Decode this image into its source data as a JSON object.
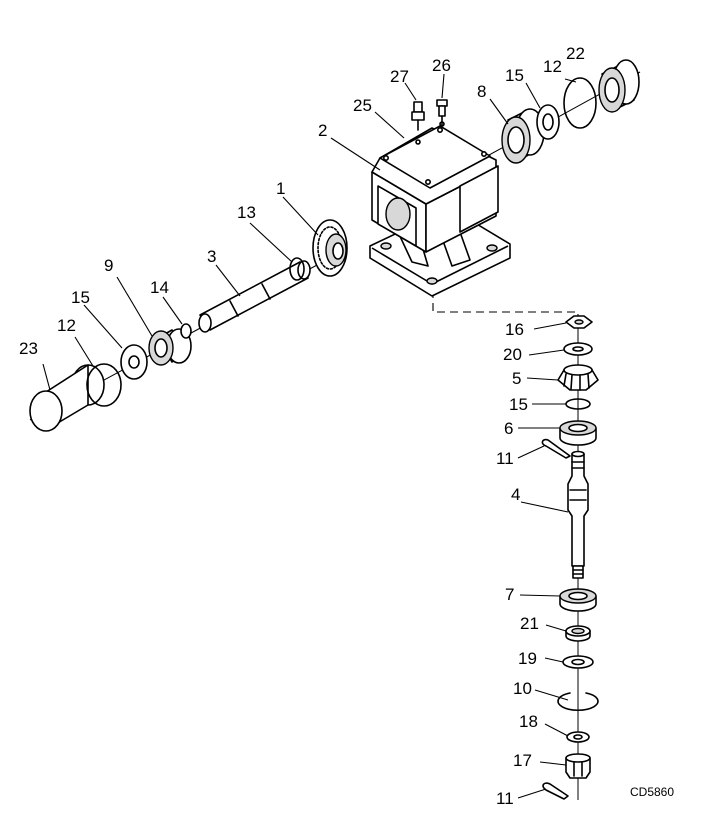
{
  "drawing_code": "CD5860",
  "callouts": {
    "c1": "1",
    "c2": "2",
    "c3": "3",
    "c4": "4",
    "c5": "5",
    "c6": "6",
    "c7": "7",
    "c8": "8",
    "c9": "9",
    "c10": "10",
    "c11a": "11",
    "c11b": "11",
    "c12a": "12",
    "c12b": "12",
    "c13": "13",
    "c14": "14",
    "c15a": "15",
    "c15b": "15",
    "c15c": "15",
    "c16": "16",
    "c17": "17",
    "c18": "18",
    "c19": "19",
    "c20": "20",
    "c21": "21",
    "c22": "22",
    "c23": "23",
    "c25": "25",
    "c26": "26",
    "c27": "27"
  }
}
